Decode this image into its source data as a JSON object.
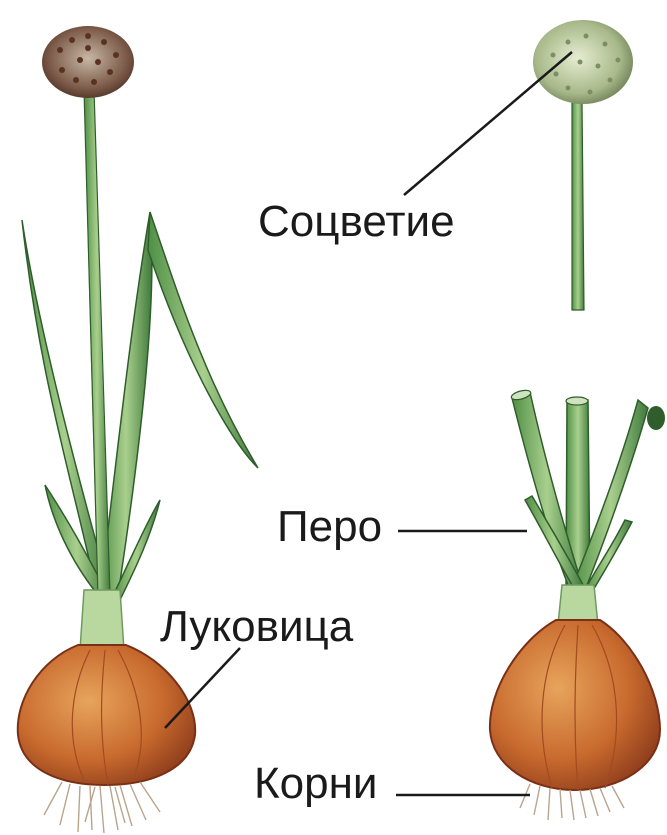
{
  "labels": {
    "inflorescence": "Соцветие",
    "feather": "Перо",
    "bulb": "Луковица",
    "roots": "Корни"
  },
  "colors": {
    "leaf": "#7fb069",
    "leaf_dark": "#3f7a3c",
    "bulb": "#d17a3a",
    "bulb_dark": "#8b3a1b",
    "flower_head_left": "#8a6a55",
    "flower_head_right": "#b9c79a",
    "root": "#c9b7a1",
    "line": "#1a1a1a"
  }
}
